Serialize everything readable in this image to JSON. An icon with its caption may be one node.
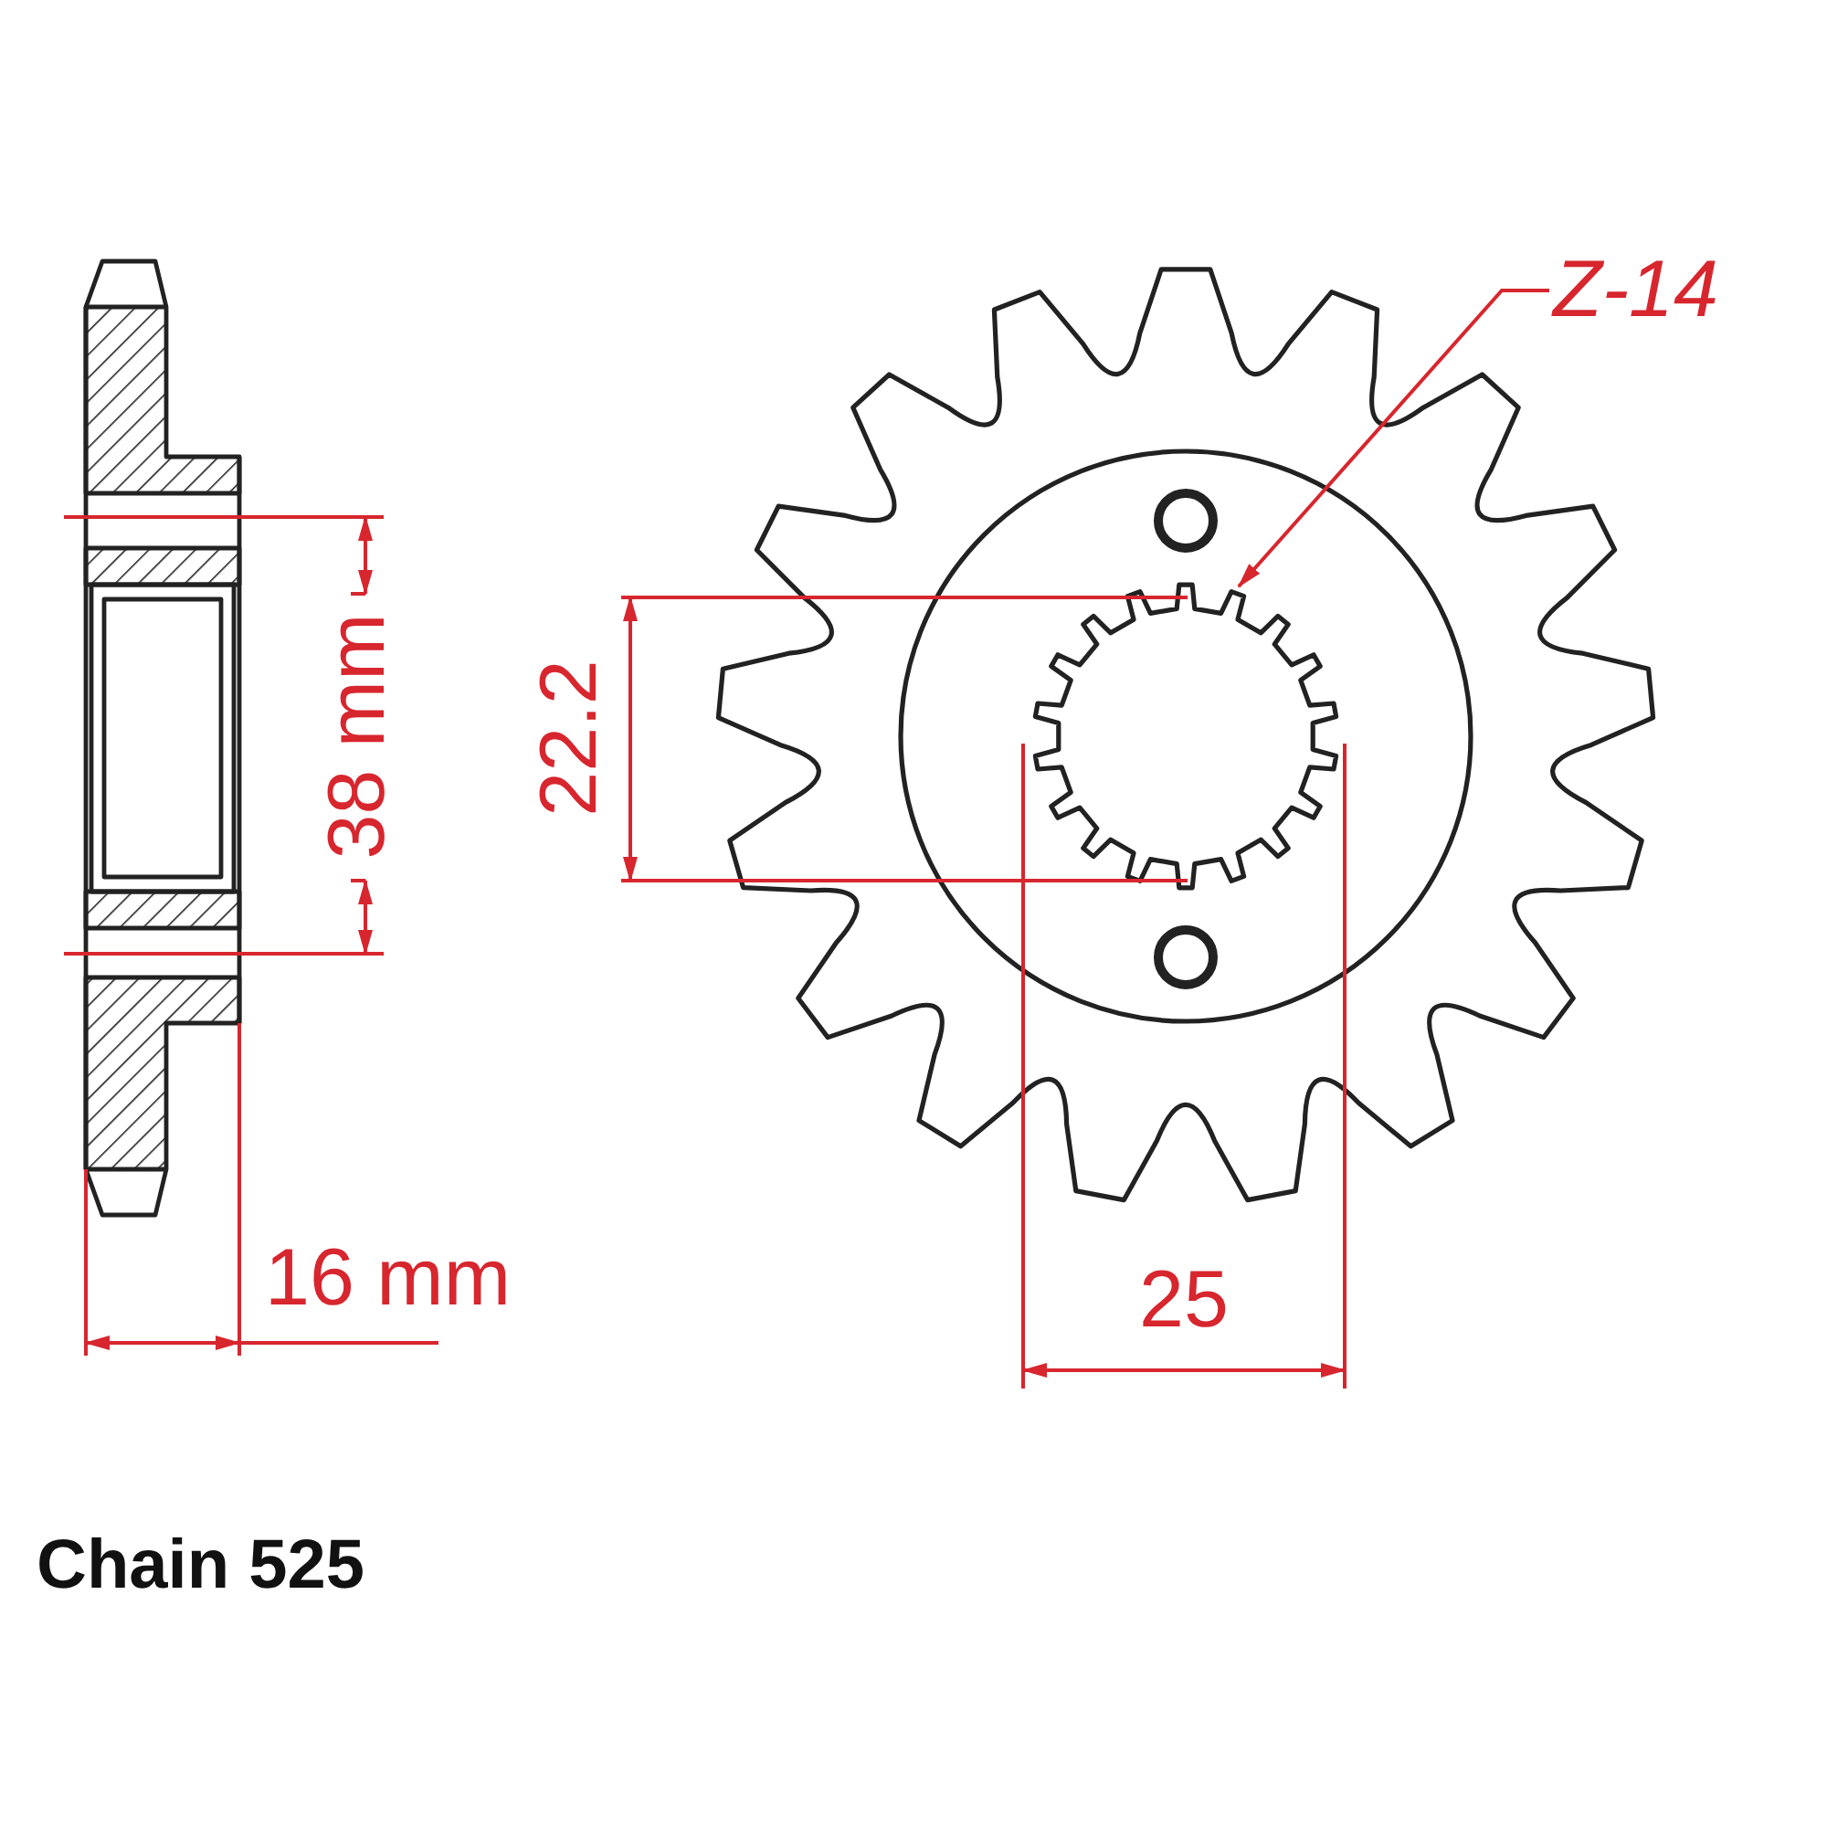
{
  "diagram": {
    "nodes": [
      {
        "text": [
          "Z-14"
        ]
      },
      {
        "text": [],
        "shape": "picture"
      }
    ],
    "edges": [
      {
        "from": 0,
        "to": 1,
        "arrow": "to"
      }
    ],
    "labels": [
      "38 mm",
      "22.2",
      "16 mm",
      "25",
      "Chain 525"
    ]
  }
}
